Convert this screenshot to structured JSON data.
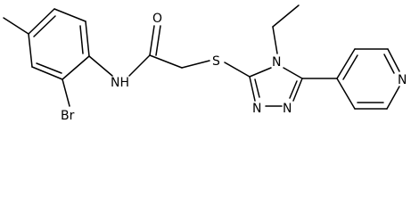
{
  "molecule": {
    "atoms": {
      "br": "Br",
      "nh": "NH",
      "o": "O",
      "s": "S",
      "n_ring4": "N",
      "n_ring2": "N",
      "n_ring1": "N",
      "n_pyridine": "N"
    }
  },
  "colors": {
    "bond": "#000000",
    "label": "#000000",
    "background": "#ffffff"
  }
}
